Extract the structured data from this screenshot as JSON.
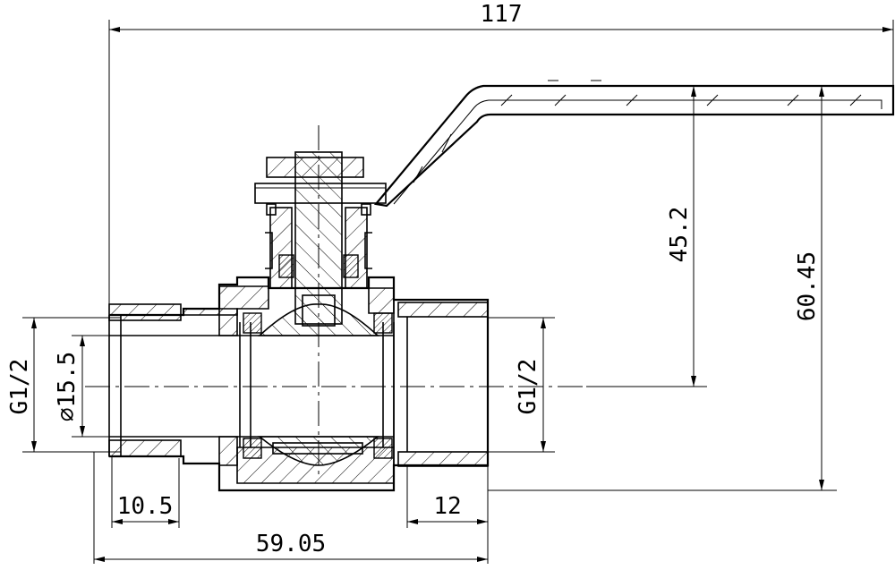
{
  "drawing": {
    "dimensions": {
      "overall_length": "117",
      "stem_height": "45.2",
      "handle_height": "60.45",
      "left_thread": "G1/2",
      "bore_diameter": "⌀15.5",
      "right_thread": "G1/2",
      "left_thread_length": "10.5",
      "right_thread_length": "12",
      "body_length": "59.05"
    }
  }
}
